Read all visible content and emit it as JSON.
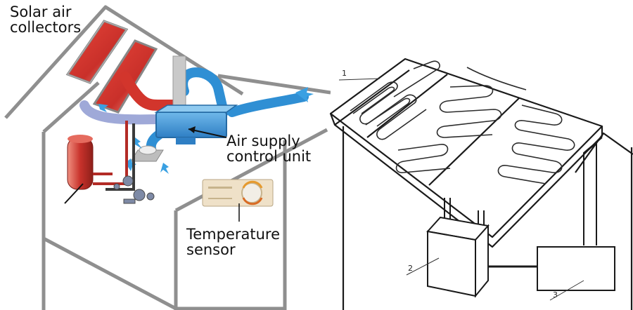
{
  "left_diagram": {
    "label_collectors": "Solar air\ncollectors",
    "label_control_unit": "Air supply\ncontrol unit",
    "label_sensor": "Temperature\nsensor"
  },
  "right_diagram": {
    "callout_1": "1",
    "callout_2": "2",
    "callout_3": "3"
  },
  "colors": {
    "collector_red": "#d93a2e",
    "duct_blue": "#2f8fd4",
    "house_gray": "#8a8a8a",
    "tank_red": "#c8322b"
  }
}
